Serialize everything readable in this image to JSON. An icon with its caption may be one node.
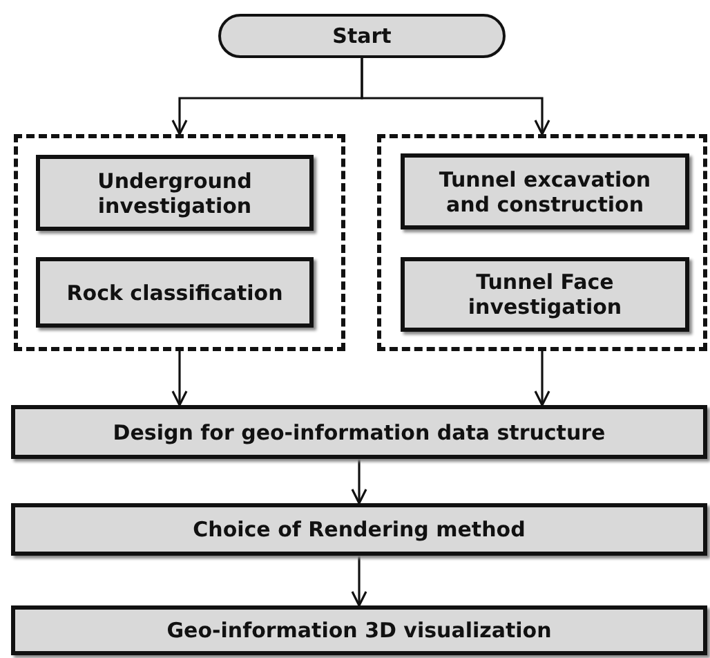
{
  "diagram": {
    "nodes": [
      {
        "text": [
          "Start"
        ]
      },
      {
        "text": [],
        "shape": "box"
      },
      {
        "text": [
          "Underground investigation"
        ],
        "in": 1
      },
      {
        "text": [
          "Rock classification"
        ],
        "in": 1
      },
      {
        "text": [],
        "shape": "box"
      },
      {
        "text": [
          "Tunnel excavation and construction"
        ],
        "in": 4
      },
      {
        "text": [
          "Tunnel Face investigation"
        ],
        "in": 4
      },
      {
        "text": [
          "Design for geo-information data structure"
        ]
      },
      {
        "text": [
          "Choice of Rendering method"
        ]
      },
      {
        "text": [
          "Geo-information 3D visualization"
        ]
      }
    ],
    "edges": [
      {
        "from": 0,
        "to": 1,
        "arrow": "to"
      },
      {
        "from": 0,
        "to": 4,
        "arrow": "to"
      },
      {
        "from": 1,
        "to": 7,
        "arrow": "to"
      },
      {
        "from": 4,
        "to": 7,
        "arrow": "to"
      },
      {
        "from": 7,
        "to": 8,
        "arrow": "to"
      },
      {
        "from": 8,
        "to": 9,
        "arrow": "to"
      }
    ]
  }
}
